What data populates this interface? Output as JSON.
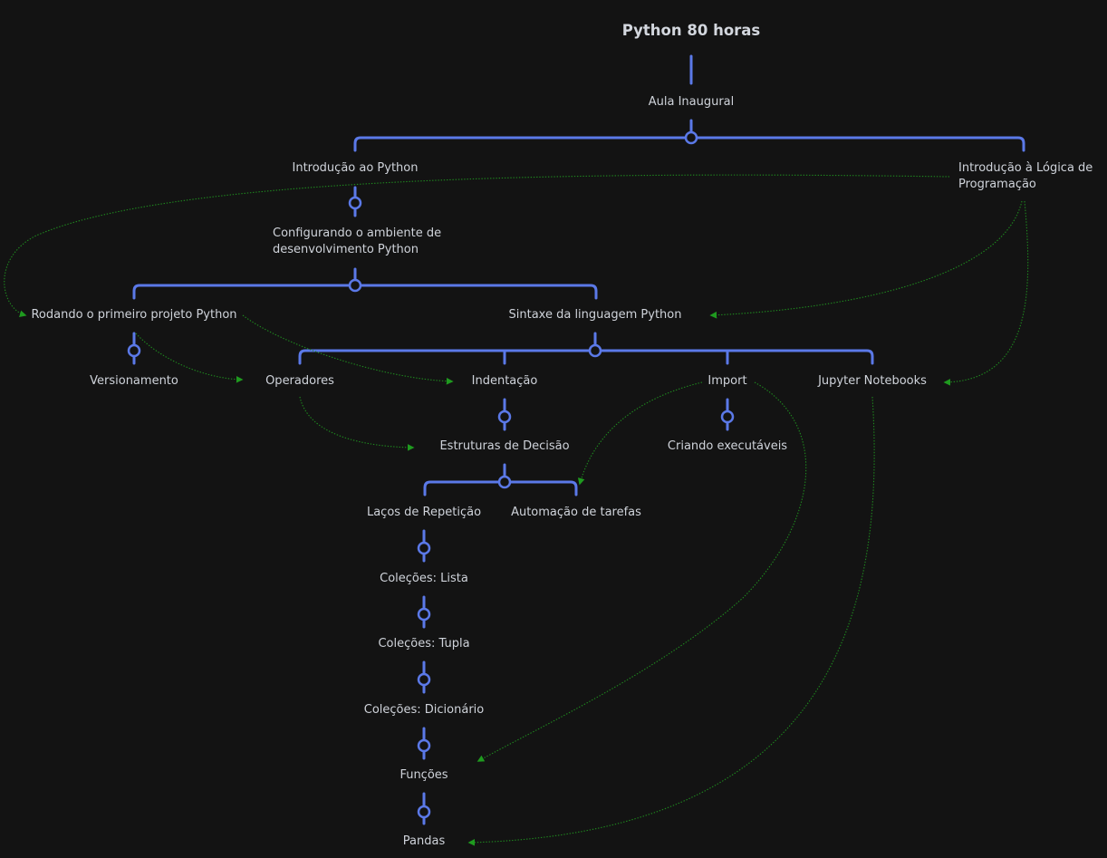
{
  "map_title": "Python 80 horas",
  "colors": {
    "background": "#131313",
    "branch": "#5b79e8",
    "relationship": "#1f8a1f",
    "text": "#cfd3da"
  },
  "topics": {
    "aula_inaugural": "Aula Inaugural",
    "introducao_python": "Introdução ao Python",
    "introducao_logica": "Introdução à Lógica de\nProgramação",
    "configurando_ambiente": "Configurando o ambiente de\ndesenvolvimento Python",
    "rodando_primeiro_projeto": "Rodando o primeiro projeto Python",
    "sintaxe": "Sintaxe da linguagem Python",
    "versionamento": "Versionamento",
    "operadores": "Operadores",
    "indentacao": "Indentação",
    "import": "Import",
    "jupyter": "Jupyter Notebooks",
    "estruturas_decisao": "Estruturas de Decisão",
    "criando_executaveis": "Criando executáveis",
    "lacos_repeticao": "Laços de Repetição",
    "automacao_tarefas": "Automação de tarefas",
    "colecoes_lista": "Coleções: Lista",
    "colecoes_tupla": "Coleções: Tupla",
    "colecoes_dicionario": "Coleções: Dicionário",
    "funcoes": "Funções",
    "pandas": "Pandas"
  }
}
